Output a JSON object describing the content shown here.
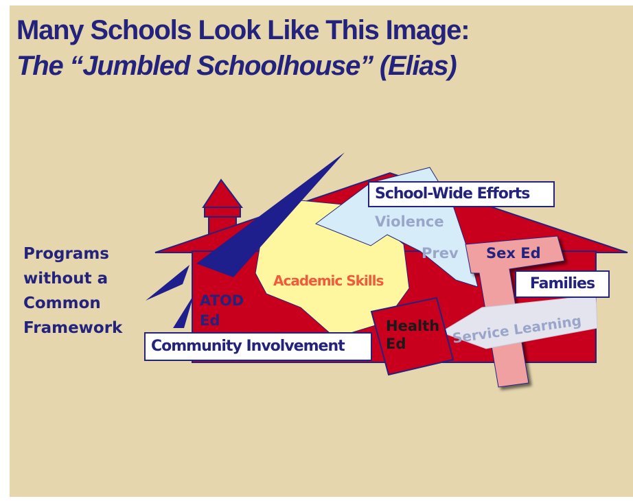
{
  "title": {
    "line1": "Many Schools Look Like This Image:",
    "line2": "The “Jumbled Schoolhouse” (Elias)"
  },
  "side_label": {
    "lines": [
      "Programs",
      "without a",
      "Common",
      "Framework"
    ]
  },
  "labels": {
    "school_wide_efforts": "School-Wide Efforts",
    "violence": "Violence",
    "prev": "Prev",
    "sex_ed": "Sex Ed",
    "families": "Families",
    "academic_skills": "Academic Skills",
    "atod_line1": "ATOD",
    "atod_line2": "Ed",
    "health_line1": "Health",
    "health_line2": "Ed",
    "service_learning": "Service Learning",
    "community_involvement": "Community Involvement"
  },
  "colors": {
    "background": "#e6d6ad",
    "house_red": "#c8001e",
    "navy": "#1e1e8c",
    "outline": "#23237d",
    "academic_yellow": "#fff7a0",
    "violence_blue": "#d6ecf8",
    "sex_ed_pink": "#f0a0a0",
    "academic_text": "#f25a3c",
    "muted_text": "#9aa6c9"
  }
}
